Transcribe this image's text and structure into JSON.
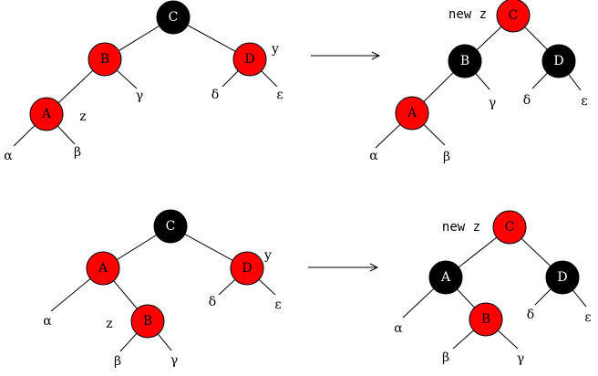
{
  "colors": {
    "red_node": "#ff0000",
    "black_node": "#000000",
    "edge": "#000000"
  },
  "node_colors": {
    "top_before": {
      "C": "black",
      "B": "red",
      "D": "red",
      "A": "red"
    },
    "top_after": {
      "C": "red",
      "B": "black",
      "D": "black",
      "A": "red"
    },
    "bottom_before": {
      "C": "black",
      "A": "red",
      "D": "red",
      "B": "red"
    },
    "bottom_after": {
      "C": "red",
      "A": "black",
      "D": "black",
      "B": "red"
    }
  },
  "top_before": {
    "node_C": "C",
    "node_B": "B",
    "node_D": "D",
    "node_A": "A",
    "label_y": "y",
    "label_z": "z",
    "label_gamma": "γ",
    "label_delta": "δ",
    "label_epsilon": "ε",
    "label_alpha": "α",
    "label_beta": "β"
  },
  "top_after": {
    "new_z": "new z",
    "node_C": "C",
    "node_B": "B",
    "node_D": "D",
    "node_A": "A",
    "label_gamma": "γ",
    "label_delta": "δ",
    "label_epsilon": "ε",
    "label_alpha": "α",
    "label_beta": "β"
  },
  "bottom_before": {
    "node_C": "C",
    "node_A": "A",
    "node_D": "D",
    "node_B": "B",
    "label_y": "y",
    "label_z": "z",
    "label_alpha": "α",
    "label_delta": "δ",
    "label_epsilon": "ε",
    "label_beta": "β",
    "label_gamma": "γ"
  },
  "bottom_after": {
    "new_z": "new z",
    "node_C": "C",
    "node_A": "A",
    "node_D": "D",
    "node_B": "B",
    "label_alpha": "α",
    "label_delta": "δ",
    "label_epsilon": "ε",
    "label_beta": "β",
    "label_gamma": "γ"
  }
}
